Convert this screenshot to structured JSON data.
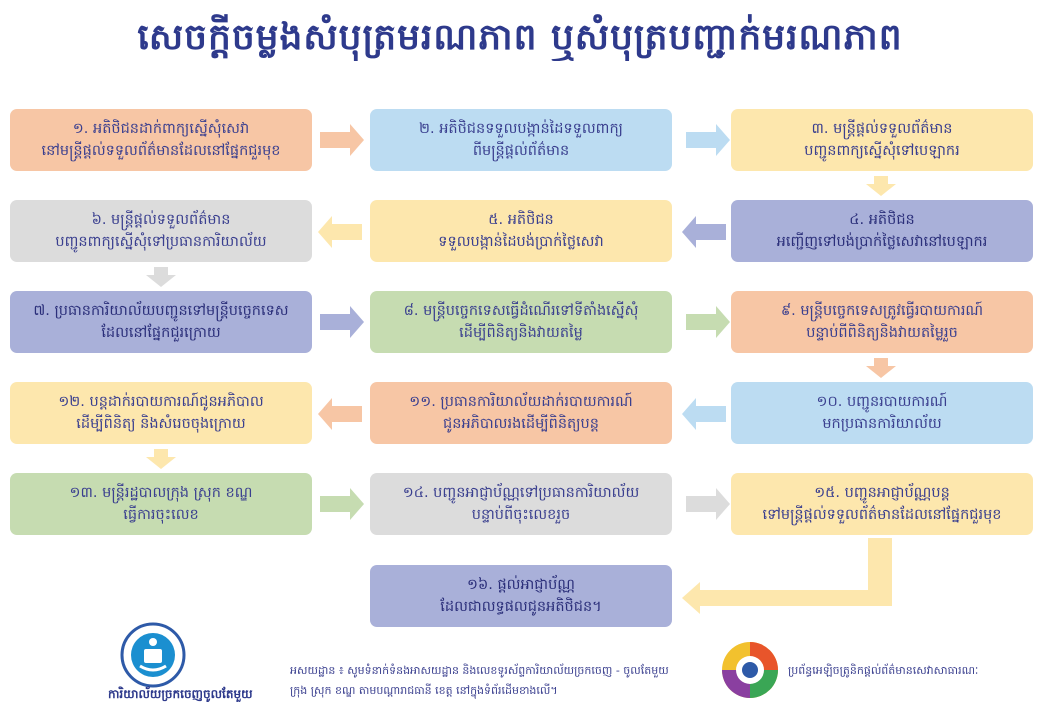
{
  "title": "សេចក្តីចម្លងសំបុត្រមរណភាព ឬសំបុត្របញ្ជាក់មរណភាព",
  "colors": {
    "salmon": "#f7c6a5",
    "blue": "#bcdcf2",
    "yellow": "#fde7ad",
    "gray": "#dcdcdc",
    "purple": "#a9b0d9",
    "green": "#c6dcb1",
    "title": "#2e3a8c"
  },
  "steps": [
    {
      "line1": "១. អតិថិជនដាក់ពាក្យស្នើសុំសេវា",
      "line2": "នៅមន្ត្រីផ្តល់ទទួលព័ត៌មានដែលនៅផ្នែកជួរមុខ"
    },
    {
      "line1": "២. អតិថិជនទទួលបង្កាន់ដៃទទួលពាក្យ",
      "line2": "ពីមន្ត្រីផ្តល់ព័ត៌មាន"
    },
    {
      "line1": "៣. មន្ត្រីផ្តល់ទទួលព័ត៌មាន",
      "line2": "បញ្ជូនពាក្យស្នើសុំទៅបេឡាករ"
    },
    {
      "line1": "៤. អតិថិជន",
      "line2": "អញ្ជើញទៅបង់ប្រាក់ថ្លៃសេវានៅបេឡាករ"
    },
    {
      "line1": "៥. អតិថិជន",
      "line2": "ទទួលបង្កាន់ដៃបង់ប្រាក់ថ្លៃសេវា"
    },
    {
      "line1": "៦. មន្ត្រីផ្តល់ទទួលព័ត៌មាន",
      "line2": "បញ្ជូនពាក្យស្នើសុំទៅប្រធានការិយាល័យ"
    },
    {
      "line1": "៧. ប្រធានការិយាល័យបញ្ជូនទៅមន្ត្រីបច្ចេកទេស",
      "line2": "ដែលនៅផ្នែកជួរក្រោយ"
    },
    {
      "line1": "៨. មន្ត្រីបច្ចេកទេសធ្វើដំណើរទៅទីតាំងស្នើសុំ",
      "line2": "ដើម្បីពិនិត្យនិងវាយតម្លៃ"
    },
    {
      "line1": "៩. មន្ត្រីបច្ចេកទេសត្រូវធ្វើរបាយការណ៍",
      "line2": "បន្ទាប់ពីពិនិត្យនិងវាយតម្លៃរួច"
    },
    {
      "line1": "១០. បញ្ជូនរបាយការណ៍",
      "line2": "មកប្រធានការិយាល័យ"
    },
    {
      "line1": "១១. ប្រធានការិយាល័យដាក់របាយការណ៍",
      "line2": "ជូនអភិបាលរងដើម្បីពិនិត្យបន្ត"
    },
    {
      "line1": "១២. បន្តដាក់របាយការណ៍ជូនអភិបាល",
      "line2": "ដើម្បីពិនិត្យ និងសំរេចចុងក្រោយ"
    },
    {
      "line1": "១៣. មន្ត្រីរដ្ឋបាលក្រុង ស្រុក ខណ្ឌ",
      "line2": "ធ្វើការចុះលេខ"
    },
    {
      "line1": "១៤. បញ្ជូនអាជ្ញាប័ណ្ណទៅប្រធានការិយាល័យ",
      "line2": "បន្ទាប់ពីចុះលេខរួច"
    },
    {
      "line1": "១៥. បញ្ជូនអាជ្ញាប័ណ្ណបន្ត",
      "line2": "ទៅមន្ត្រីផ្តល់ទទួលព័ត៌មានដែលនៅផ្នែកជួរមុខ"
    },
    {
      "line1": "១៦. ផ្តល់អាជ្ញាប័ណ្ណ",
      "line2": "ដែលជាលទ្ធផលជូនអតិថិជន។"
    }
  ],
  "footer": {
    "logo_caption": "ការិយាល័យច្រកចេញចូលតែមួយ",
    "address_line1": "អសយដ្ឋាន ៖ សូមទំនាក់ទំនងអាសយដ្ឋាន និងលេខទូរស័ព្ទការិយាល័យច្រកចេញ - ចូលតែមួយ",
    "address_line2": "ក្រុង ស្រុក ខណ្ឌ តាមបណ្តារាជធានី ខេត្ត នៅក្នុងទំព័រដើមខាងលើ។",
    "right_text": "ប្រព័ន្ធអេឡិចត្រូនិកផ្តល់ព័ត៌មានសេវាសាធារណៈ"
  },
  "icons": [
    "one-window-service-logo",
    "public-service-info-logo",
    "flow-arrow"
  ]
}
